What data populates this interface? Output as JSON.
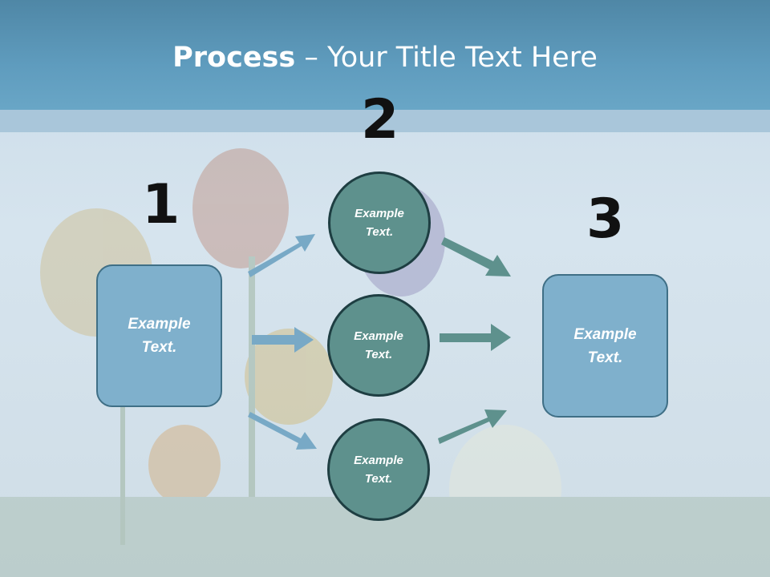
{
  "slide": {
    "title_bold": "Process",
    "title_rest": " – Your Title Text Here",
    "step_numbers": [
      "1",
      "2",
      "3"
    ],
    "left_box": "Example\nText.",
    "right_box": "Example\nText.",
    "circles": [
      "Example\nText.",
      "Example\nText.",
      "Example\nText."
    ]
  },
  "colors": {
    "header": "#5f9cbe",
    "box_fill": "#7fb0cc",
    "circle_fill": "#5e918d",
    "arrow_left": "#78a9c6",
    "arrow_right": "#5e918d"
  }
}
